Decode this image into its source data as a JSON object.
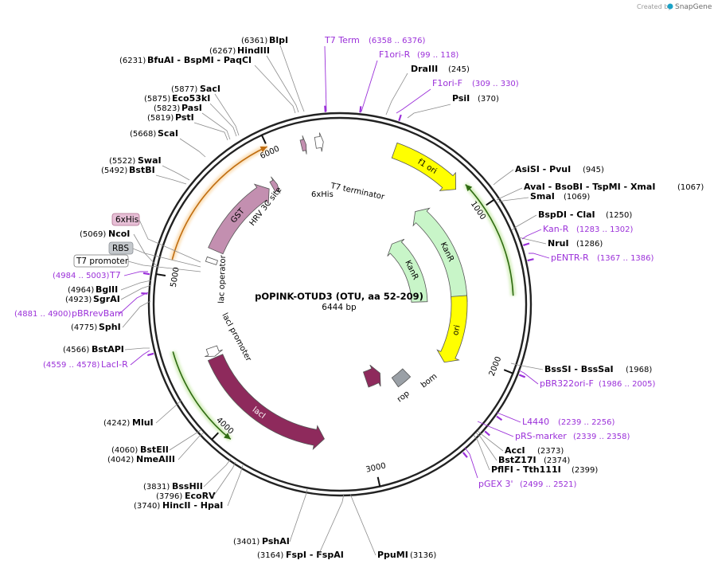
{
  "credit": {
    "prefix": "Created by",
    "brand": "SnapGene"
  },
  "plasmid": {
    "name": "pOPINK-OTUD3 (OTU, aa 52-209)",
    "size_label": "6444 bp",
    "length": 6444
  },
  "colors": {
    "backbone": "#222222",
    "primer": "#9b30d9",
    "leader": "#8c8c8c",
    "gst": "#c38fb0",
    "lacI": "#8e2a5c",
    "kanR": "#c8f5c8",
    "ori": "#ffff00",
    "f1_ori": "#ffff00",
    "rop": "#8e2a5c",
    "bom": "#9aa0a6",
    "orf_orange": "#f4a73a",
    "orf_green": "#8bd24a"
  },
  "axis_ticks": [
    {
      "label": "1000",
      "bp": 1000
    },
    {
      "label": "2000",
      "bp": 2000
    },
    {
      "label": "3000",
      "bp": 3000
    },
    {
      "label": "4000",
      "bp": 4000
    },
    {
      "label": "5000",
      "bp": 5000
    },
    {
      "label": "6000",
      "bp": 6000
    }
  ],
  "features": [
    {
      "name": "f1 ori",
      "label": "f1 ori",
      "type": "origin",
      "color": "#ffff00",
      "start": 350,
      "end": 810,
      "r": 205,
      "dir": 1,
      "label_inside": true
    },
    {
      "name": "KanR",
      "label": "KanR",
      "type": "cds",
      "color": "#c8f5c8",
      "start": 700,
      "end": 1590,
      "r": 150,
      "dir": -1,
      "label_inside": true
    },
    {
      "name": "KanR",
      "label": "KanR",
      "type": "cds",
      "color": "#c8f5c8",
      "start": 730,
      "end": 1580,
      "r": 100,
      "dir": -1,
      "label_inside": true
    },
    {
      "name": "ori",
      "label": "ori",
      "type": "origin",
      "color": "#ffff00",
      "start": 1540,
      "end": 2130,
      "r": 150,
      "dir": 1,
      "label_inside": true
    },
    {
      "name": "bom",
      "label": "bom",
      "type": "misc",
      "color": "#9aa0a6",
      "start": 2430,
      "end": 2590,
      "r": 120,
      "dir": 0
    },
    {
      "name": "rop",
      "label": "rop",
      "type": "cds",
      "color": "#8e2a5c",
      "start": 2680,
      "end": 2880,
      "r": 100,
      "dir": -1
    },
    {
      "name": "lacI",
      "label": "lacI",
      "type": "cds",
      "color": "#8e2a5c",
      "start": 3340,
      "end": 4420,
      "r": 170,
      "dir": -1,
      "label_inside": true
    },
    {
      "name": "lacI promoter",
      "label": "lacI promoter",
      "type": "promoter",
      "color": "#ffffff",
      "start": 4430,
      "end": 4500,
      "r": 170,
      "dir": -1
    },
    {
      "name": "lac operator",
      "label": "lac operator",
      "type": "misc",
      "color": "#ffffff",
      "start": 5150,
      "end": 5185,
      "r": 170,
      "dir": 0
    },
    {
      "name": "GST",
      "label": "GST",
      "type": "cds",
      "color": "#c38fb0",
      "start": 5250,
      "end": 5880,
      "r": 170,
      "dir": 1,
      "label_inside": true
    },
    {
      "name": "HRV 3C site",
      "label": "HRV 3C site",
      "type": "site",
      "color": "#c38fb0",
      "start": 5910,
      "end": 5950,
      "r": 170,
      "dir": 1
    },
    {
      "name": "6xHis",
      "label": "6xHis",
      "type": "tag",
      "color": "#c38fb0",
      "start": 6200,
      "end": 6230,
      "r": 205,
      "dir": 1
    },
    {
      "name": "T7 terminator",
      "label": "T7 terminator",
      "type": "terminator",
      "color": "#ffffff",
      "start": 6290,
      "end": 6340,
      "r": 205,
      "dir": 1
    }
  ],
  "orf_arcs": [
    {
      "start": 5100,
      "end": 6000,
      "r": 218,
      "color": "#f4a73a",
      "dir": 1
    },
    {
      "start": 830,
      "end": 1560,
      "r": 218,
      "color": "#8bd24a",
      "dir": -1
    },
    {
      "start": 3920,
      "end": 4550,
      "r": 218,
      "color": "#8bd24a",
      "dir": -1
    },
    {
      "start": 3790,
      "end": 4250,
      "r": 176,
      "color": "#8bd24a",
      "dir": 1
    }
  ],
  "left_tags": [
    {
      "label": "6xHis",
      "fill": "#e7bfd6",
      "stroke": "#b0708f"
    },
    {
      "label": "RBS",
      "fill": "#c4c8cc",
      "stroke": "#8c9197"
    },
    {
      "label": "T7 promoter",
      "fill": "#ffffff",
      "stroke": "#7a7a7a"
    }
  ],
  "site_labels": [
    {
      "id": "BlpI",
      "name": "BlpI",
      "pos": "(6361)",
      "bp": 6361
    },
    {
      "id": "HindIII",
      "name": "HindIII",
      "pos": "(6267)",
      "bp": 6267
    },
    {
      "id": "BfuAI",
      "name": "BfuAI  - BspMI  - PaqCI",
      "pos": "(6231)",
      "bp": 6231
    },
    {
      "id": "DraIII",
      "name": "DraIII",
      "pos": "(245)",
      "bp": 245
    },
    {
      "id": "PsiI",
      "name": "PsiI",
      "pos": "(370)",
      "bp": 370
    },
    {
      "id": "SacI",
      "name": "SacI",
      "pos": "(5877)",
      "bp": 5877
    },
    {
      "id": "Eco53kI",
      "name": "Eco53kI",
      "pos": "(5875)",
      "bp": 5875
    },
    {
      "id": "PasI",
      "name": "PasI",
      "pos": "(5823)",
      "bp": 5823
    },
    {
      "id": "PstI",
      "name": "PstI",
      "pos": "(5819)",
      "bp": 5819
    },
    {
      "id": "ScaI",
      "name": "ScaI",
      "pos": "(5668)",
      "bp": 5668
    },
    {
      "id": "SwaI",
      "name": "SwaI",
      "pos": "(5522)",
      "bp": 5522
    },
    {
      "id": "BstBI",
      "name": "BstBI",
      "pos": "(5492)",
      "bp": 5492
    },
    {
      "id": "AsiSI",
      "name": "AsiSI  - PvuI",
      "pos": "(945)",
      "bp": 945
    },
    {
      "id": "AvaI",
      "name": "AvaI  - BsoBI  - TspMI  - XmaI",
      "pos": "(1067)",
      "bp": 1067
    },
    {
      "id": "SmaI",
      "name": "SmaI",
      "pos": "(1069)",
      "bp": 1069
    },
    {
      "id": "BspDI",
      "name": "BspDI  - ClaI",
      "pos": "(1250)",
      "bp": 1250
    },
    {
      "id": "NruI",
      "name": "NruI",
      "pos": "(1286)",
      "bp": 1286
    },
    {
      "id": "NcoI",
      "name": "NcoI",
      "pos": "(5069)",
      "bp": 5069
    },
    {
      "id": "BglII",
      "name": "BglII",
      "pos": "(4964)",
      "bp": 4964
    },
    {
      "id": "SgrAI",
      "name": "SgrAI",
      "pos": "(4923)",
      "bp": 4923
    },
    {
      "id": "SphI",
      "name": "SphI",
      "pos": "(4775)",
      "bp": 4775
    },
    {
      "id": "BstAPI",
      "name": "BstAPI",
      "pos": "(4566)",
      "bp": 4566
    },
    {
      "id": "BssSI",
      "name": "BssSI  - BssSaI",
      "pos": "(1968)",
      "bp": 1968
    },
    {
      "id": "MluI",
      "name": "MluI",
      "pos": "(4242)",
      "bp": 4242
    },
    {
      "id": "BstEII",
      "name": "BstEII",
      "pos": "(4060)",
      "bp": 4060
    },
    {
      "id": "NmeAIII",
      "name": "NmeAIII",
      "pos": "(4042)",
      "bp": 4042
    },
    {
      "id": "AccI",
      "name": "AccI",
      "pos": "(2373)",
      "bp": 2373
    },
    {
      "id": "BstZ17I",
      "name": "BstZ17I",
      "pos": "(2374)",
      "bp": 2374
    },
    {
      "id": "PflFI",
      "name": "PflFI  - Tth111I",
      "pos": "(2399)",
      "bp": 2399
    },
    {
      "id": "BssHII",
      "name": "BssHII",
      "pos": "(3831)",
      "bp": 3831
    },
    {
      "id": "EcoRV",
      "name": "EcoRV",
      "pos": "(3796)",
      "bp": 3796
    },
    {
      "id": "HincII",
      "name": "HincII  - HpaI",
      "pos": "(3740)",
      "bp": 3740
    },
    {
      "id": "PshAI",
      "name": "PshAI",
      "pos": "(3401)",
      "bp": 3401
    },
    {
      "id": "FspI",
      "name": "FspI  - FspAI",
      "pos": "(3164)",
      "bp": 3164
    },
    {
      "id": "PpuMI",
      "name": "PpuMI",
      "pos": "(3136)",
      "bp": 3136
    }
  ],
  "primer_labels": [
    {
      "id": "T7Term",
      "name": "T7 Term",
      "pos": "(6358 .. 6376)",
      "bp": 6367
    },
    {
      "id": "F1oriR",
      "name": "F1ori-R",
      "pos": "(99 .. 118)",
      "bp": 108
    },
    {
      "id": "F1oriF",
      "name": "F1ori-F",
      "pos": "(309 .. 330)",
      "bp": 320
    },
    {
      "id": "KanR_p",
      "name": "Kan-R",
      "pos": "(1283 .. 1302)",
      "bp": 1292
    },
    {
      "id": "pENTRR",
      "name": "pENTR-R",
      "pos": "(1367 .. 1386)",
      "bp": 1376
    },
    {
      "id": "T7",
      "name": "T7",
      "pos": "(4984 .. 5003)",
      "bp": 4994
    },
    {
      "id": "pBRrevBam",
      "name": "pBRrevBam",
      "pos": "(4881 .. 4900)",
      "bp": 4890
    },
    {
      "id": "LacIR",
      "name": "LacI-R",
      "pos": "(4559 .. 4578)",
      "bp": 4568
    },
    {
      "id": "pBR322oriF",
      "name": "pBR322ori-F",
      "pos": "(1986 .. 2005)",
      "bp": 1995
    },
    {
      "id": "L4440",
      "name": "L4440",
      "pos": "(2239 .. 2256)",
      "bp": 2247
    },
    {
      "id": "pRSmarker",
      "name": "pRS-marker",
      "pos": "(2339 .. 2358)",
      "bp": 2348
    },
    {
      "id": "pGEX3",
      "name": "pGEX 3'",
      "pos": "(2499 .. 2521)",
      "bp": 2510
    }
  ]
}
